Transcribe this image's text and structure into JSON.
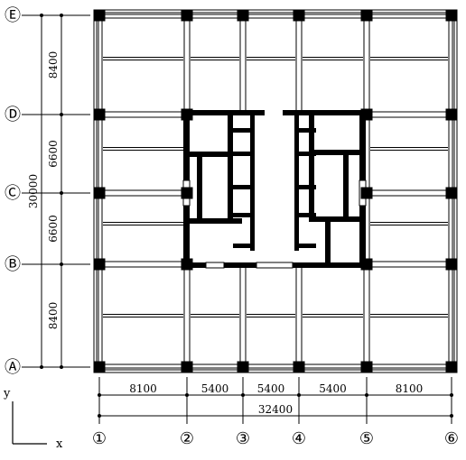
{
  "grid_columns": [
    "①",
    "②",
    "③",
    "④",
    "⑤",
    "⑥"
  ],
  "grid_rows": [
    "Ⓐ",
    "Ⓑ",
    "Ⓒ",
    "Ⓓ",
    "Ⓔ"
  ],
  "x_spans": [
    "8100",
    "5400",
    "5400",
    "5400",
    "8100"
  ],
  "x_total": "32400",
  "y_spans": [
    "8400",
    "6600",
    "6600",
    "8400"
  ],
  "y_total": "30000",
  "axes": {
    "x": "x",
    "y": "y"
  }
}
